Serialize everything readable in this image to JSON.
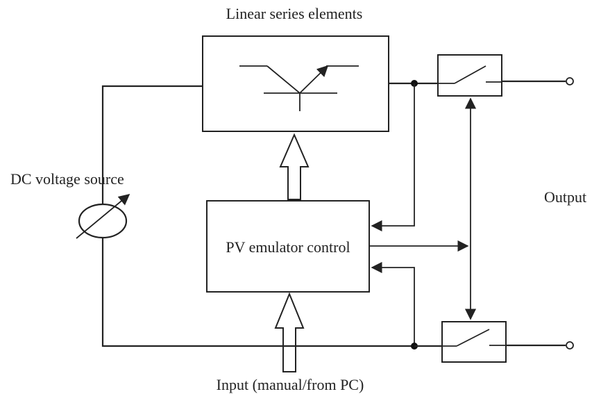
{
  "labels": {
    "linear_series": "Linear series elements",
    "dc_source": "DC voltage source",
    "output": "Output",
    "pv_control": "PV emulator control",
    "input": "Input (manual/from PC)"
  },
  "colors": {
    "line": "#222222",
    "background": "#ffffff"
  }
}
